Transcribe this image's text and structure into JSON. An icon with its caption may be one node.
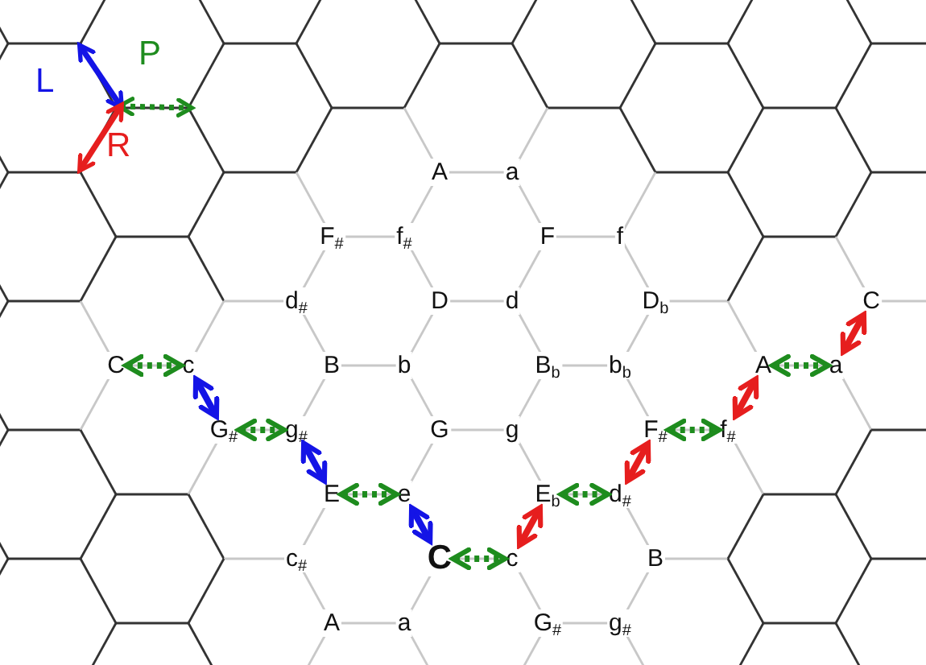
{
  "diagram": {
    "nodes": [
      {
        "text": [
          "A"
        ]
      },
      {
        "text": [
          "a"
        ]
      },
      {
        "text": [
          "F$_{#}$"
        ]
      },
      {
        "text": [
          "f$_{#}$"
        ]
      },
      {
        "text": [
          "F"
        ]
      },
      {
        "text": [
          "f"
        ]
      },
      {
        "text": [
          "d$_{#}$"
        ]
      },
      {
        "text": [
          "D"
        ]
      },
      {
        "text": [
          "d"
        ]
      },
      {
        "text": [
          "D$_{b}$"
        ]
      },
      {
        "text": [
          "C"
        ]
      },
      {
        "text": [
          "C"
        ]
      },
      {
        "text": [
          "c"
        ]
      },
      {
        "text": [
          "B"
        ]
      },
      {
        "text": [
          "b"
        ]
      },
      {
        "text": [
          "B$_{b}$"
        ]
      },
      {
        "text": [
          "b$_{b}$"
        ]
      },
      {
        "text": [
          "A"
        ]
      },
      {
        "text": [
          "a"
        ]
      },
      {
        "text": [
          "G$_{#}$"
        ]
      },
      {
        "text": [
          "g$_{#}$"
        ]
      },
      {
        "text": [
          "G"
        ]
      },
      {
        "text": [
          "g"
        ]
      },
      {
        "text": [
          "F$_{#}$"
        ]
      },
      {
        "text": [
          "f$_{#}$"
        ]
      },
      {
        "text": [
          "E"
        ]
      },
      {
        "text": [
          "e"
        ]
      },
      {
        "text": [
          "E$_{b}$"
        ]
      },
      {
        "text": [
          "d$_{#}$"
        ]
      },
      {
        "text": [
          "c$_{#}$"
        ]
      },
      {
        "text": [
          "C"
        ]
      },
      {
        "text": [
          "c"
        ]
      },
      {
        "text": [
          "B"
        ]
      },
      {
        "text": [
          "A"
        ]
      },
      {
        "text": [
          "a"
        ]
      },
      {
        "text": [
          "G$_{#}$"
        ]
      },
      {
        "text": [
          "g$_{#}$"
        ]
      }
    ],
    "edges": [
      {
        "from": 11,
        "to": 12,
        "arrow": "both",
        "style": "dashed",
        "color": "#1e8c1e"
      },
      {
        "from": 12,
        "to": 19,
        "arrow": "both",
        "color": "#1414e6"
      },
      {
        "from": 19,
        "to": 20,
        "arrow": "both",
        "style": "dashed",
        "color": "#1e8c1e"
      },
      {
        "from": 20,
        "to": 25,
        "arrow": "both",
        "color": "#1414e6"
      },
      {
        "from": 25,
        "to": 26,
        "arrow": "both",
        "style": "dashed",
        "color": "#1e8c1e"
      },
      {
        "from": 26,
        "to": 30,
        "arrow": "both",
        "color": "#1414e6"
      },
      {
        "from": 30,
        "to": 31,
        "arrow": "both",
        "style": "dashed",
        "color": "#1e8c1e"
      },
      {
        "from": 31,
        "to": 27,
        "arrow": "both",
        "color": "#e61e1e"
      },
      {
        "from": 27,
        "to": 28,
        "arrow": "both",
        "style": "dashed",
        "color": "#1e8c1e"
      },
      {
        "from": 28,
        "to": 23,
        "arrow": "both",
        "color": "#e61e1e"
      },
      {
        "from": 23,
        "to": 24,
        "arrow": "both",
        "style": "dashed",
        "color": "#1e8c1e"
      },
      {
        "from": 24,
        "to": 17,
        "arrow": "both",
        "color": "#e61e1e"
      },
      {
        "from": 17,
        "to": 18,
        "arrow": "both",
        "style": "dashed",
        "color": "#1e8c1e"
      },
      {
        "from": 18,
        "to": 10,
        "arrow": "both",
        "color": "#e61e1e"
      }
    ],
    "legend": [
      {
        "text": "L"
      },
      {
        "text": "P"
      },
      {
        "text": "R"
      }
    ]
  }
}
